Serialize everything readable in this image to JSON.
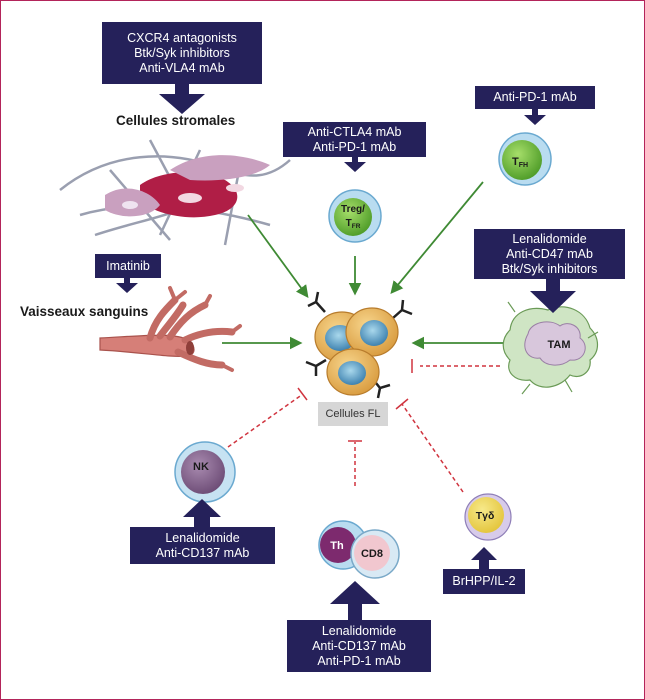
{
  "center": {
    "label": "Cellules FL"
  },
  "sites": {
    "stroma": "Cellules stromales",
    "vessels": "Vaisseaux sanguins"
  },
  "cells": {
    "treg": {
      "line1": "Treg/",
      "line2_main": "T",
      "line2_sub": "FR"
    },
    "tfh": {
      "main": "T",
      "sub": "FH"
    },
    "tam": "TAM",
    "nk": "NK",
    "th": "Th",
    "cd8": "CD8",
    "tgd": "Tγδ"
  },
  "therapies": {
    "stroma": [
      "CXCR4 antagonists",
      "Btk/Syk inhibitors",
      "Anti-VLA4 mAb"
    ],
    "treg": [
      "Anti-CTLA4 mAb",
      "Anti-PD-1 mAb"
    ],
    "tfh": [
      "Anti-PD-1 mAb"
    ],
    "tam": [
      "Lenalidomide",
      "Anti-CD47 mAb",
      "Btk/Syk inhibitors"
    ],
    "vessels": [
      "Imatinib"
    ],
    "nk": [
      "Lenalidomide",
      "Anti-CD137 mAb"
    ],
    "tcells": [
      "Lenalidomide",
      "Anti-CD137 mAb",
      "Anti-PD-1 mAb"
    ],
    "tgd": [
      "BrHPP/IL-2"
    ]
  },
  "colors": {
    "navy": "#25215a",
    "stimulation_arrow": "#3f8a34",
    "inhibition_line": "#d0343f",
    "frame": "#b3245a"
  }
}
